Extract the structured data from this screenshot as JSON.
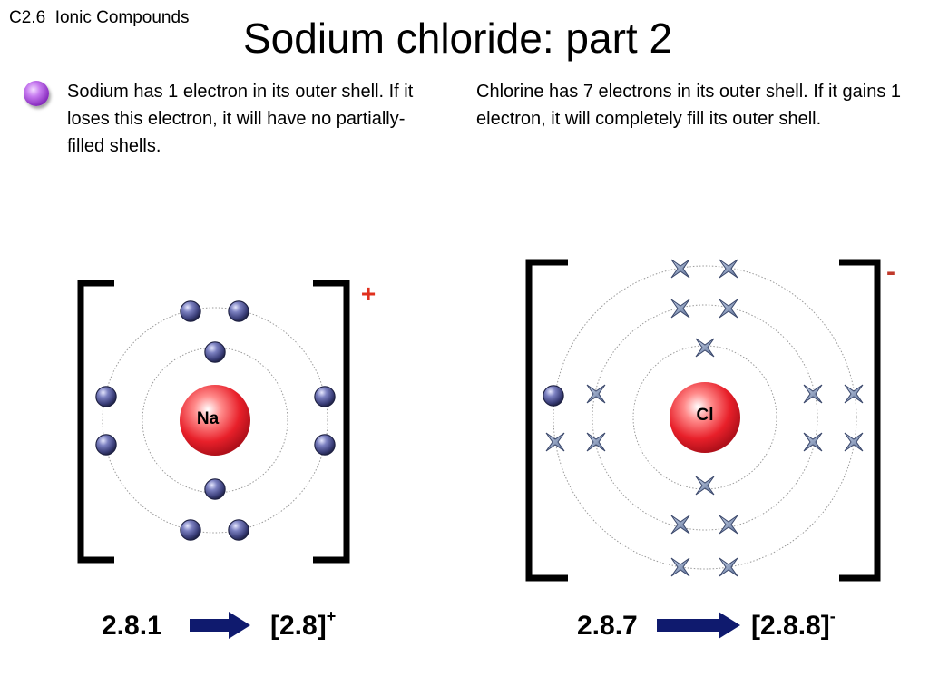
{
  "slide": {
    "tag": "C2.6  Ionic Compounds",
    "title": "Sodium chloride: part 2"
  },
  "sodium": {
    "description": "Sodium has 1 electron in its outer shell. If it loses this electron, it will have no partially-filled shells.",
    "symbol": "Na",
    "charge": "+",
    "config_before": "2.8.1",
    "config_after": "[2.8]",
    "config_after_charge": "+"
  },
  "chlorine": {
    "description": "Chlorine has 7 electrons in its outer shell. If it gains 1 electron, it will completely fill its outer shell.",
    "symbol": "Cl",
    "charge": "-",
    "config_before": "2.8.7",
    "config_after": "[2.8.8]",
    "config_after_charge": "-"
  },
  "colors": {
    "nucleus": "#e8202a",
    "electron": "#3b3f7a",
    "cross": "#7f93b6",
    "arrow": "#0f1a6e",
    "charge_plus": "#e0301e",
    "charge_minus": "#c0392b"
  }
}
